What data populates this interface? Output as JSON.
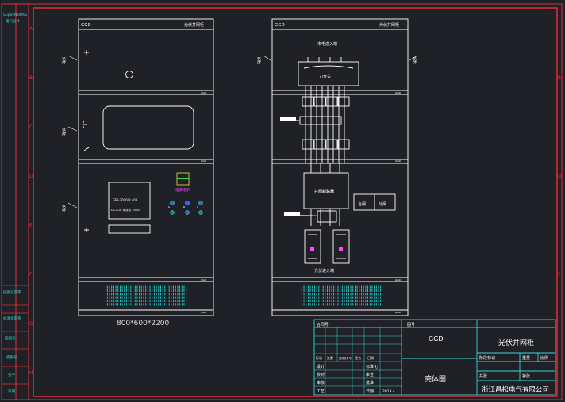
{
  "colors": {
    "background": "#1f2126",
    "frame": "#e0303a",
    "line": "#ffffff",
    "title_block": "#35d6d6",
    "dimension": "#d8d8d8",
    "grille": "#1fd6d6",
    "accent_yellow": "#e8e83a",
    "accent_magenta": "#ff44ff",
    "accent_blue": "#3a5cff",
    "accent_green": "#3aff6a"
  },
  "border": {
    "row_marks": [
      "A",
      "B",
      "C",
      "D",
      "E",
      "F",
      "G",
      "H"
    ],
    "sidebar_top": "SuperWORKS",
    "sidebar_top_sub": "电气设计",
    "sidebar_labels": [
      "描图员签字",
      "标准化审查",
      "描图号",
      "底图号",
      "签字",
      "日期"
    ]
  },
  "front_view": {
    "header_left": "GGD",
    "header_right": "光伏并网柜",
    "side_tag": "铭牌",
    "meter_line1": "GRI-3000/P 40A",
    "meter_line2": "DC1-1P 电流表 200A",
    "indicator_label": "电源指示",
    "dimension": "800*600*2200"
  },
  "back_view": {
    "header_left": "GGD",
    "header_right": "光伏并网柜",
    "side_tag": "铭牌",
    "top_label": "市电进入端",
    "switch_label": "刀开关",
    "breaker_label": "并网断路器",
    "btn_on": "合闸",
    "btn_off": "分闸",
    "bottom_label": "光伏进入端"
  },
  "title_block": {
    "top_left_label": "合同号",
    "top_mid_label": "图号",
    "model": "GGD",
    "title": "光伏并网柜",
    "columns": [
      "标记",
      "处数",
      "更改文件号",
      "签名",
      "日期"
    ],
    "left_rows": [
      "设计",
      "校对",
      "审核",
      "工艺"
    ],
    "mid_labels": [
      "标准化",
      "审查",
      "批准",
      "日期"
    ],
    "version": "2013.4",
    "drawing_type": "壳体图",
    "stage_labels": [
      "阶段标记",
      "重量",
      "比例"
    ],
    "sheet_labels": [
      "共张",
      "第张"
    ],
    "company": "浙江昌松电气有限公司"
  }
}
